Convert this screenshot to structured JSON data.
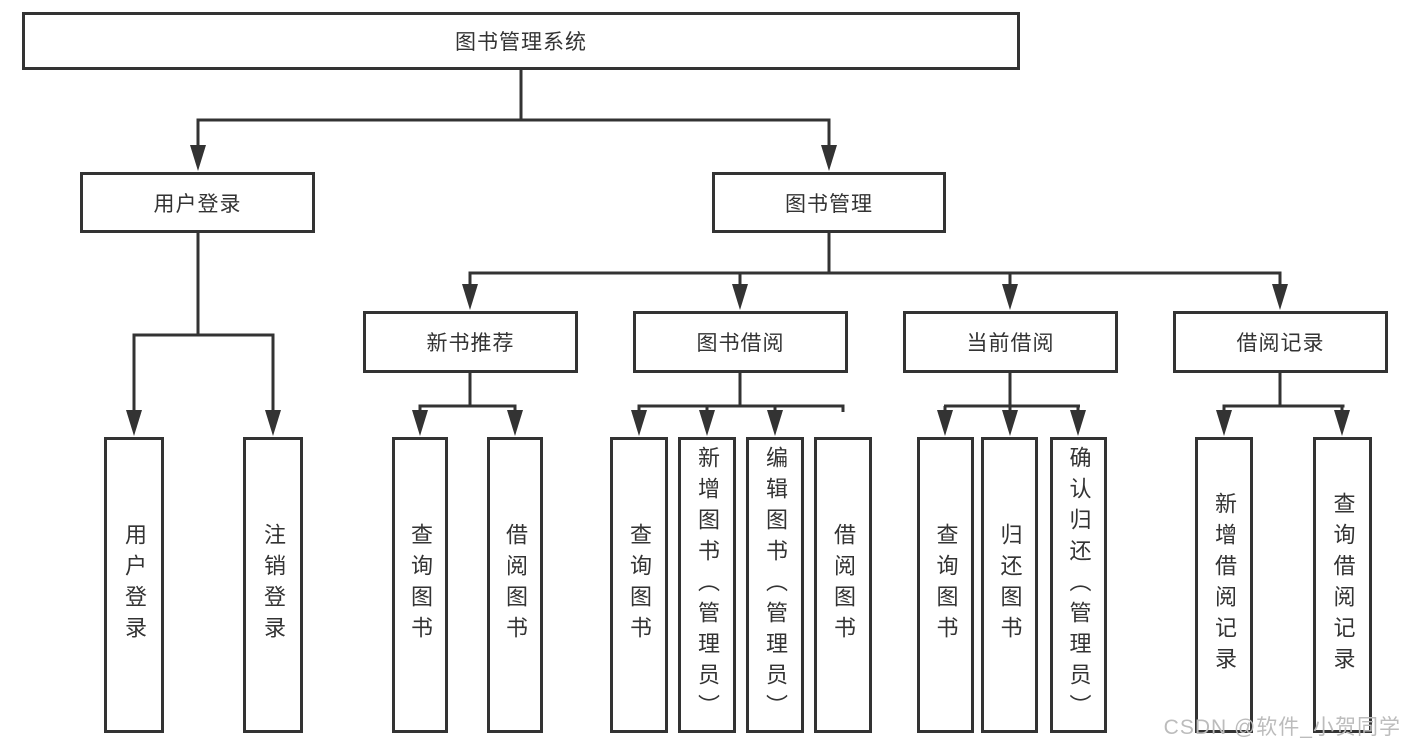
{
  "tree": {
    "root": {
      "label": "图书管理系统",
      "children": [
        {
          "label": "用户登录",
          "children": [
            {
              "label": "用户登录"
            },
            {
              "label": "注销登录"
            }
          ]
        },
        {
          "label": "图书管理",
          "children": [
            {
              "label": "新书推荐",
              "children": [
                {
                  "label": "查询图书"
                },
                {
                  "label": "借阅图书"
                }
              ]
            },
            {
              "label": "图书借阅",
              "children": [
                {
                  "label": "查询图书"
                },
                {
                  "label": "新增图书（管理员）"
                },
                {
                  "label": "编辑图书（管理员）"
                },
                {
                  "label": "借阅图书"
                }
              ]
            },
            {
              "label": "当前借阅",
              "children": [
                {
                  "label": "查询图书"
                },
                {
                  "label": "归还图书"
                },
                {
                  "label": "确认归还（管理员）"
                }
              ]
            },
            {
              "label": "借阅记录",
              "children": [
                {
                  "label": "新增借阅记录"
                },
                {
                  "label": "查询借阅记录"
                }
              ]
            }
          ]
        }
      ]
    }
  },
  "watermark": {
    "text": "CSDN @软件_小贺同学"
  },
  "colors": {
    "line": "#333333",
    "box_border": "#333333",
    "text": "#333333",
    "background": "#ffffff",
    "watermark": "#bcbcbc"
  }
}
